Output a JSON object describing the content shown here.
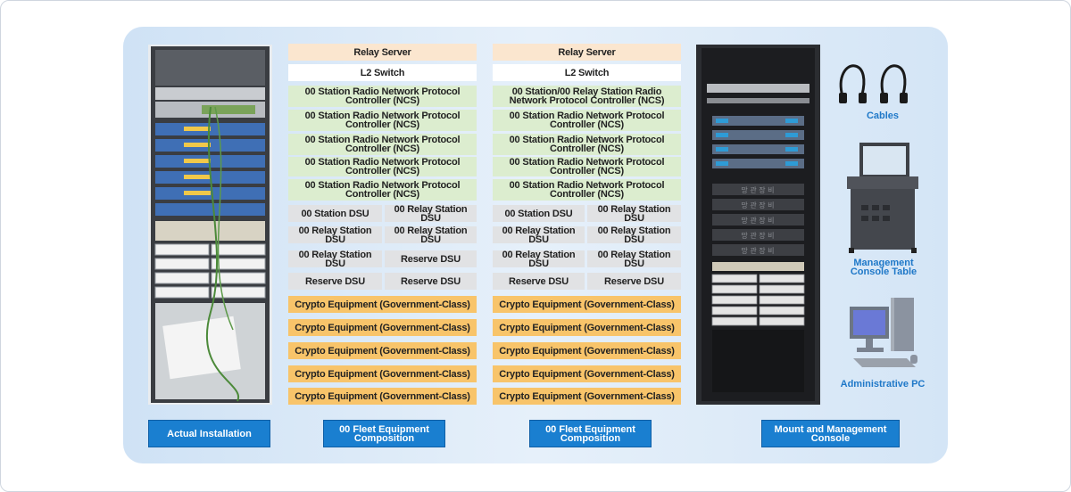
{
  "col1": {
    "relay_server": "Relay Server",
    "l2_switch": "L2 Switch",
    "ncs": [
      "00 Station Radio Network Protocol Controller (NCS)",
      "00 Station Radio Network Protocol Controller (NCS)",
      "00 Station Radio Network Protocol Controller (NCS)",
      "00 Station Radio Network Protocol Controller (NCS)",
      "00 Station Radio Network Protocol Controller (NCS)"
    ],
    "dsu": [
      [
        "00 Station DSU",
        "00 Relay Station DSU"
      ],
      [
        "00 Relay Station DSU",
        "00 Relay Station DSU"
      ],
      [
        "00 Relay Station DSU",
        "Reserve DSU"
      ],
      [
        "Reserve DSU",
        "Reserve DSU"
      ]
    ],
    "crypto": [
      "Crypto Equipment (Government-Class)",
      "Crypto Equipment (Government-Class)",
      "Crypto Equipment (Government-Class)",
      "Crypto Equipment (Government-Class)",
      "Crypto Equipment (Government-Class)"
    ]
  },
  "col2": {
    "relay_server": "Relay Server",
    "l2_switch": "L2 Switch",
    "ncs": [
      "00 Station/00 Relay Station Radio Network Protocol Controller (NCS)",
      "00 Station Radio Network Protocol Controller (NCS)",
      "00 Station Radio Network Protocol Controller (NCS)",
      "00 Station Radio Network Protocol Controller (NCS)",
      "00 Station Radio Network Protocol Controller (NCS)"
    ],
    "dsu": [
      [
        "00 Station DSU",
        "00 Relay Station DSU"
      ],
      [
        "00 Relay Station DSU",
        "00 Relay Station DSU"
      ],
      [
        "00 Relay Station DSU",
        "00 Relay Station DSU"
      ],
      [
        "Reserve DSU",
        "Reserve DSU"
      ]
    ],
    "crypto": [
      "Crypto Equipment (Government-Class)",
      "Crypto Equipment (Government-Class)",
      "Crypto Equipment (Government-Class)",
      "Crypto Equipment (Government-Class)",
      "Crypto Equipment (Government-Class)"
    ]
  },
  "side": {
    "cables": "Cables",
    "console_table": "Management Console Table",
    "admin_pc": "Administrative PC",
    "rack_panel_text": "망 관 장 비"
  },
  "buttons": {
    "actual": "Actual Installation",
    "fleet1": "00 Fleet Equipment Composition",
    "fleet2": "00 Fleet Equipment Composition",
    "mount": "Mount and Management Console"
  },
  "colors": {
    "accent_blue": "#1a7fd0",
    "label_blue": "#1f78c8",
    "relay_server_bg": "#fbe6cf",
    "ncs_bg": "#dcedcf",
    "dsu_bg": "#e1e2e4",
    "crypto_bg": "#f8c46a"
  }
}
